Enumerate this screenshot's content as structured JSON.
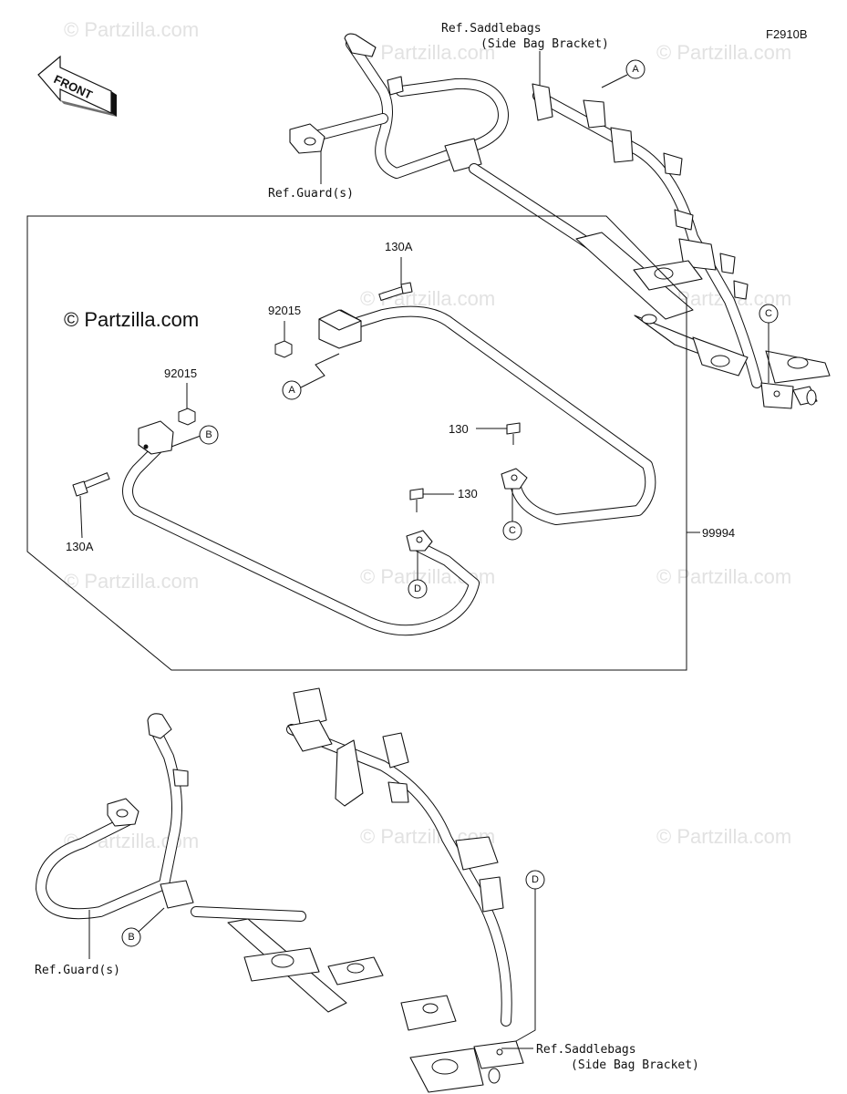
{
  "figure_code": "F2910B",
  "copyright": "© Partzilla.com",
  "watermark": "© Partzilla.com",
  "front_arrow_label": "FRONT",
  "labels": {
    "saddlebags_top_1": "Ref.Saddlebags",
    "saddlebags_top_2": "(Side Bag Bracket)",
    "guard_top": "Ref.Guard(s)",
    "part_130A_top": "130A",
    "part_92015_top": "92015",
    "part_92015_left": "92015",
    "part_130_right": "130",
    "part_130_center": "130",
    "part_130A_left": "130A",
    "kit_99994": "99994",
    "guard_bottom": "Ref.Guard(s)",
    "saddlebags_bottom_1": "Ref.Saddlebags",
    "saddlebags_bottom_2": "(Side Bag Bracket)"
  },
  "callouts": {
    "A": "A",
    "B": "B",
    "C": "C",
    "D": "D"
  }
}
